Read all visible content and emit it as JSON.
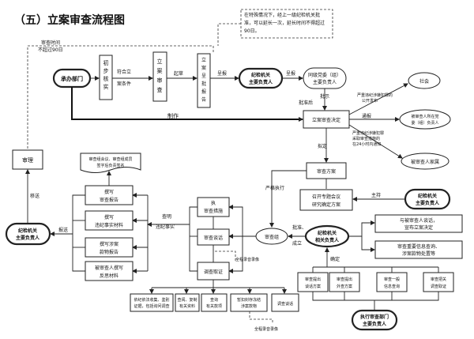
{
  "title": "（五）立案审查流程图",
  "note": [
    "在特殊情况下，经上一级纪检机关批",
    "准，可以延长一次，延长时间不得超过",
    "90日。"
  ],
  "review_time": [
    "审查时间",
    "不超过90日"
  ],
  "cheng_ban": "承办部门",
  "chu_bu": [
    "初",
    "步",
    "核",
    "实"
  ],
  "fu_he": [
    "符合立",
    "案条件"
  ],
  "li_an_shen_cha": [
    "立",
    "案",
    "审",
    "查"
  ],
  "qi_cao": "起草",
  "li_an_bao_pi": [
    "立",
    "案",
    "呈",
    "批",
    "报",
    "告"
  ],
  "cheng_bao": "呈报",
  "jijian_fuzeren": [
    "纪检机关",
    "主要负责人"
  ],
  "tong_ji_dang": [
    "同级党委（组）",
    "主要负责人"
  ],
  "pi_shi": "批示",
  "pi_zhun_hou": "批准后",
  "she_hui": "社会",
  "yanzhong": [
    "严重违纪涉嫌犯罪的",
    "公开发布"
  ],
  "li_an_jueding": "立案审查决定",
  "tong_bao": "通报",
  "suozai_danwei": [
    "被审查人所在党",
    "委（组）负责人"
  ],
  "xunshu": [
    "严重违纪涉嫌犯罪",
    "采取审查措施的",
    "在24小时内通知"
  ],
  "jiashu": "被审查人家属",
  "zhi_zuo": "制作",
  "ni_ding": "拟定",
  "shen_cha_fang_an": "审查方案",
  "yan_ge": "严格执行",
  "zhuan_ti": [
    "召开专题会议",
    "研究确定方案"
  ],
  "zhu_chi": "主持",
  "jijian_fuzeren2": [
    "纪检机关",
    "主要负责人"
  ],
  "shen_cha_zu": "审查组",
  "cuo_shang": [
    "批准、",
    "成立"
  ],
  "jijian_xiangguan": [
    "纪检机关",
    "相关负责人"
  ],
  "yu_tanhua": [
    "与被审查人谈话，",
    "宣布立案决定"
  ],
  "xin_xi": [
    "审查重要信息查询、",
    "涉案款物处置等"
  ],
  "que_ding": "确定",
  "ti_chu1": [
    "审查提出",
    "谈话方案"
  ],
  "ti_chu2": [
    "审查提出",
    "外查方案"
  ],
  "yi_ban": [
    "审查一般",
    "信息查询"
  ],
  "ba_guan": [
    "审查把关",
    "调查取证"
  ],
  "zhixing_bumen": [
    "执行审查部门",
    "主要负责人"
  ],
  "zhi_xing": [
    "执",
    "行",
    "审查措施"
  ],
  "shen_cha_tanhua": "审查谈话",
  "diao_cha_quzheng": "调查取证",
  "quan_cheng": "全程录音录像",
  "quan_cheng2": "全程录音录像",
  "cha_ming": [
    "查明",
    "违纪事实"
  ],
  "zhuan_xie_list": [
    [
      "撰写",
      "审查报告"
    ],
    [
      "撰写",
      "违纪事实材料"
    ],
    [
      "撰写涉案",
      "款物报告"
    ],
    [
      "被审查人撰写",
      "反思材料"
    ]
  ],
  "ji_lu": [
    "审查组会议、审查组成员",
    "签字后负责签名"
  ],
  "bottom_items": [
    [
      "依纪依法收集、鉴别",
      "证据，包括询问调查"
    ],
    [
      "查阅、复制",
      "有关资料"
    ],
    [
      "查询",
      "有关款项"
    ],
    [
      "暂扣封存冻结",
      "涉案款物"
    ],
    [
      "调查谈话"
    ]
  ],
  "yi_song": "移送",
  "bao_song": "报送",
  "shen_li": "审理",
  "jijian_left": [
    "纪检机关",
    "主要负责人"
  ]
}
